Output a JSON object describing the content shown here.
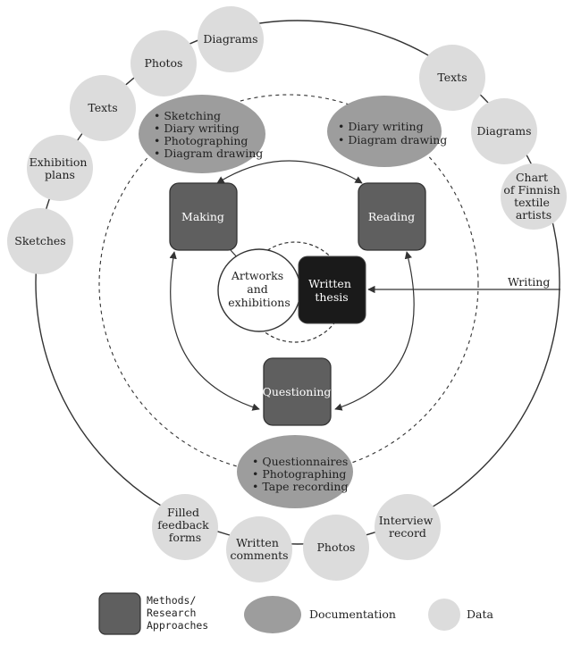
{
  "methods": {
    "making": "Making",
    "reading": "Reading",
    "questioning": "Questioning"
  },
  "center": {
    "artworks": [
      "Artworks",
      "and",
      "exhibitions"
    ],
    "thesis": [
      "Written",
      "thesis"
    ]
  },
  "writing_arrow_label": "Writing",
  "documentation": {
    "making": [
      "• Sketching",
      "• Diary writing",
      "• Photographing",
      "• Diagram drawing"
    ],
    "reading": [
      "• Diary writing",
      "• Diagram drawing"
    ],
    "questioning": [
      "• Questionnaires",
      "• Photographing",
      "• Tape recording"
    ]
  },
  "data_items": {
    "diagrams_top": [
      "Diagrams"
    ],
    "photos_top": [
      "Photos"
    ],
    "texts_left": [
      "Texts"
    ],
    "exhibition_plans": [
      "Exhibition",
      "plans"
    ],
    "sketches": [
      "Sketches"
    ],
    "texts_right": [
      "Texts"
    ],
    "diagrams_right": [
      "Diagrams"
    ],
    "chart_finnish": [
      "Chart",
      "of Finnish",
      "textile",
      "artists"
    ],
    "filled_feedback": [
      "Filled",
      "feedback",
      "forms"
    ],
    "written_comments": [
      "Written",
      "comments"
    ],
    "photos_bottom": [
      "Photos"
    ],
    "interview_record": [
      "Interview",
      "record"
    ]
  },
  "legend": {
    "methods": [
      "Methods/",
      "Research",
      "Approaches"
    ],
    "documentation": "Documentation",
    "data": "Data"
  },
  "colors": {
    "method_fill": "#5f5f5f",
    "thesis_fill": "#1a1a1a",
    "doc_fill": "#9d9d9d",
    "data_fill": "#dcdcdc",
    "line": "#333333"
  }
}
